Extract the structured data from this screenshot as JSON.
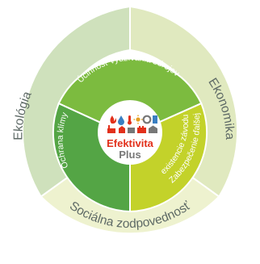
{
  "diagram": {
    "outer_ring": {
      "segments": [
        {
          "label": "Ekológia",
          "color": "#cfe1bc"
        },
        {
          "label": "Ekonomika",
          "color": "#e0e9bf"
        },
        {
          "label": "Sociálna zodpovednosť",
          "color": "#eef2cf"
        }
      ]
    },
    "inner_ring": {
      "segments": [
        {
          "label": "Účinnosť využívania zdrojov",
          "color": "#7cbb3f"
        },
        {
          "label_line1": "Zabezpečenie ďalšej",
          "label_line2": "existencie závodu",
          "color": "#c3d22a"
        },
        {
          "label": "Ochrana klímy",
          "color": "#54a545"
        }
      ]
    },
    "center": {
      "title": "Efektivita",
      "subtitle": "Plus",
      "icons": [
        "fire-icon",
        "water-drop-icon",
        "thermometer-icon",
        "sun-icon",
        "recycle-icon",
        "battery-icon",
        "factory-icon",
        "building-icon",
        "truck-icon",
        "machine-icon",
        "warehouse-icon"
      ],
      "icon_colors": {
        "red": "#e2301b",
        "gray": "#777777",
        "blue": "#3a7fc2"
      }
    }
  }
}
